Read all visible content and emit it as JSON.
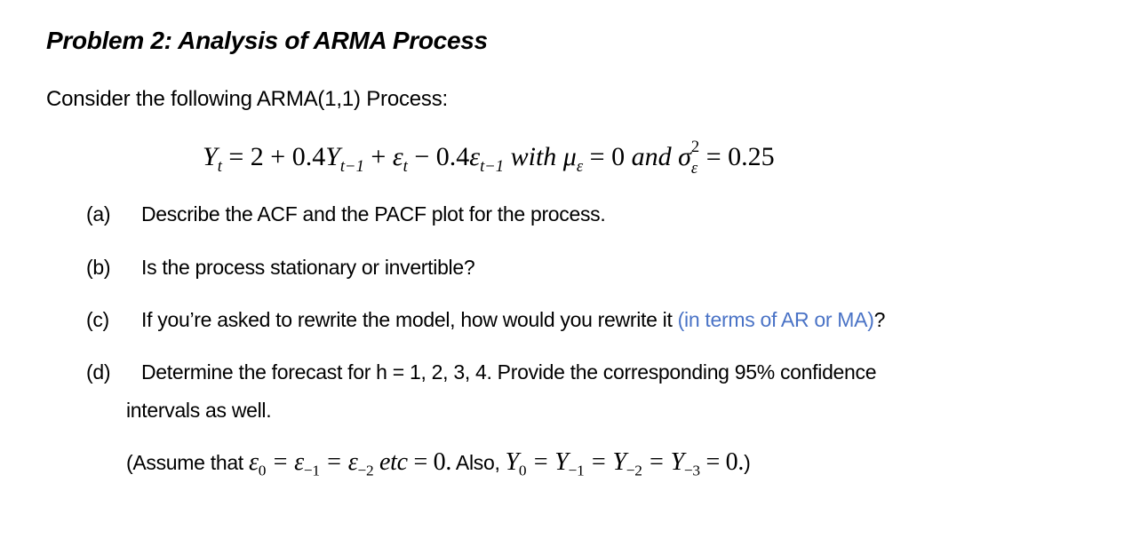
{
  "problem": {
    "title": "Problem 2: Analysis of ARMA Process",
    "intro": "Consider the following ARMA(1,1) Process:",
    "equation": {
      "lhs": "Y",
      "lhs_sub": "t",
      "eq1": " = 2 + 0.4",
      "y_prev": "Y",
      "y_prev_sub": "t−1",
      "plus": " +  ",
      "eps": "ε",
      "eps_sub": "t",
      "minus": " − 0.4",
      "eps2": "ε",
      "eps2_sub": "t−1",
      "with": "  with  ",
      "mu": "μ",
      "mu_sub": "ε",
      "mu_val": " = 0 ",
      "and": "and ",
      "sigma": "σ",
      "sigma_sup": "2",
      "sigma_sub": "ε",
      "sigma_val": " = 0.25"
    },
    "parts": [
      {
        "label": "(a)",
        "text": "Describe the ACF and the PACF plot for the process."
      },
      {
        "label": "(b)",
        "text": "Is the process stationary or invertible?"
      },
      {
        "label": "(c)",
        "text": "If you’re asked to rewrite the model, how would you rewrite it ",
        "highlight": "(in terms of AR or MA)",
        "tail": "?"
      },
      {
        "label": "(d)",
        "text": "Determine the forecast for h = 1, 2, 3, 4.  Provide the corresponding 95% confidence",
        "continuation": "intervals as well."
      }
    ],
    "note": {
      "prefix": "(Assume that ",
      "eps_terms": "ε",
      "e0_sub": "0",
      "e1": " = ε",
      "e1_sub": "−1",
      "e2": " = ε",
      "e2_sub": "−2",
      "etc": " etc",
      "zero1": " =  0.",
      "also": "  Also, ",
      "y0": "Y",
      "y0_sub": "0",
      "y1": " = Y",
      "y1_sub": "−1",
      "y2": " = Y",
      "y2_sub": "−2",
      "y3": " = Y",
      "y3_sub": "−3",
      "zero2": " =  0.",
      "close": ")"
    },
    "colors": {
      "text": "#000000",
      "highlight": "#4a73c6"
    }
  }
}
